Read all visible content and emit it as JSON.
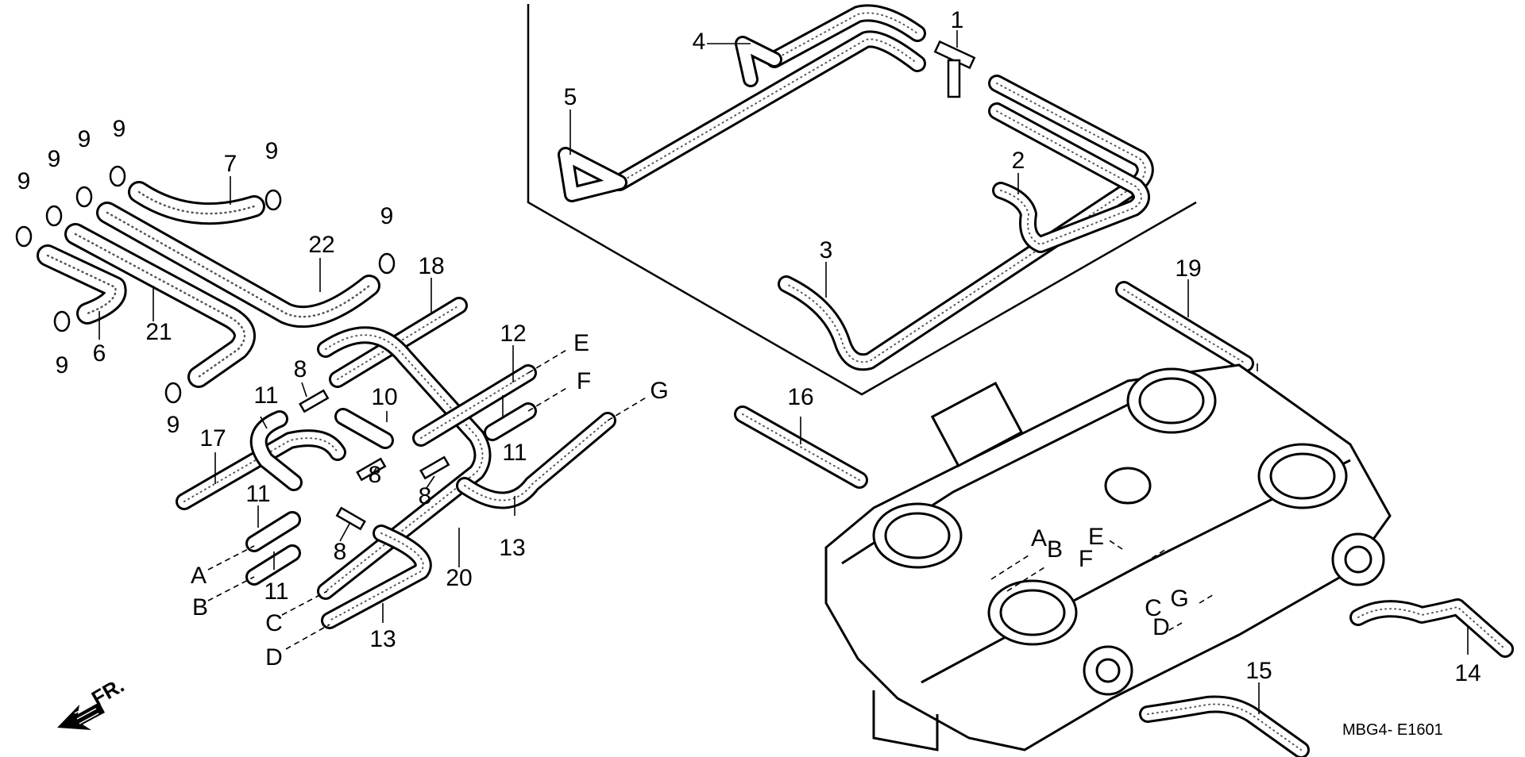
{
  "diagram": {
    "code": "MBG4- E1601",
    "direction_label": "FR.",
    "parts": [
      {
        "no": "1"
      },
      {
        "no": "2"
      },
      {
        "no": "3"
      },
      {
        "no": "4"
      },
      {
        "no": "5"
      },
      {
        "no": "6"
      },
      {
        "no": "7"
      },
      {
        "no": "8"
      },
      {
        "no": "9"
      },
      {
        "no": "10"
      },
      {
        "no": "11"
      },
      {
        "no": "12"
      },
      {
        "no": "13"
      },
      {
        "no": "14"
      },
      {
        "no": "15"
      },
      {
        "no": "16"
      },
      {
        "no": "17"
      },
      {
        "no": "18"
      },
      {
        "no": "19"
      },
      {
        "no": "20"
      },
      {
        "no": "21"
      },
      {
        "no": "22"
      }
    ],
    "connection_letters": [
      "A",
      "B",
      "C",
      "D",
      "E",
      "F",
      "G"
    ]
  }
}
